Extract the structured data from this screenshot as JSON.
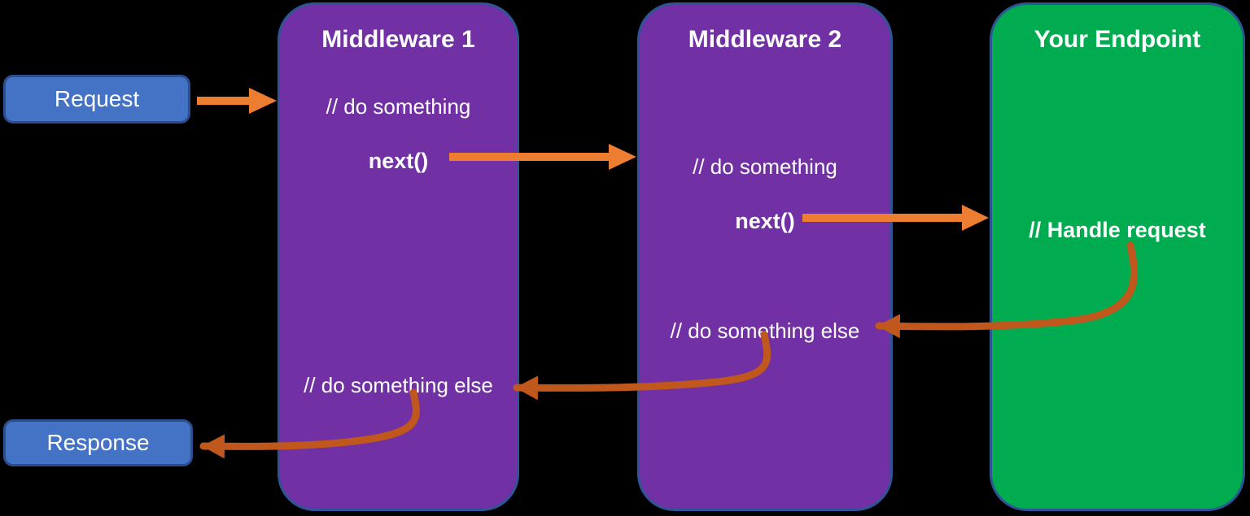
{
  "colors": {
    "background": "#000000",
    "pill_fill": "#4472C4",
    "pill_border": "#2B4F8E",
    "middleware_fill": "#7130A3",
    "endpoint_fill": "#00AC4F",
    "column_border": "#2F5496",
    "arrow_forward": "#ED7D31",
    "arrow_return": "#C0571D",
    "text": "#FFFFFF"
  },
  "nodes": {
    "request": {
      "label": "Request"
    },
    "response": {
      "label": "Response"
    },
    "middleware1": {
      "title": "Middleware 1",
      "comment1": "// do something",
      "next_call": "next()",
      "comment2": "// do something else"
    },
    "middleware2": {
      "title": "Middleware 2",
      "comment1": "// do something",
      "next_call": "next()",
      "comment2": "// do something else"
    },
    "endpoint": {
      "title": "Your Endpoint",
      "comment1": "// Handle request"
    }
  },
  "arrows": {
    "request_to_mw1": "forward",
    "mw1_next_to_mw2": "forward",
    "mw2_next_to_endpoint": "forward",
    "endpoint_return_to_mw2": "return",
    "mw2_return_to_mw1": "return",
    "mw1_return_to_response": "return"
  }
}
